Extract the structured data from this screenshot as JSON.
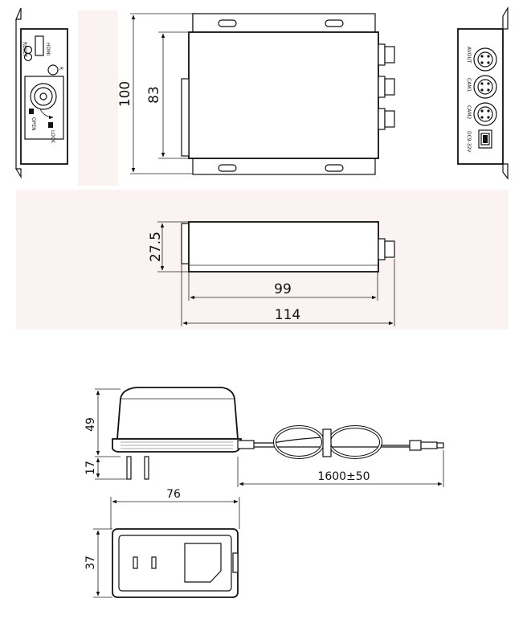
{
  "top_view": {
    "dim_height_outer": "100",
    "dim_height_inner": "83"
  },
  "left_panel": {
    "hdmi_label": "HDMI",
    "small_label": "RESET",
    "r_label": "R",
    "open_label": "OPEN",
    "lock_label": "LOCK"
  },
  "right_panel": {
    "connectors": [
      "AVOUT",
      "CAM1",
      "CAM2"
    ],
    "power_label": "DC9-32V"
  },
  "side_view": {
    "dim_height": "27.5",
    "dim_inner_length": "99",
    "dim_outer_length": "114"
  },
  "adapter": {
    "dim_body_height": "49",
    "dim_prong_height": "17",
    "dim_cable_length": "1600±50",
    "dim_width": "76",
    "dim_depth": "37"
  }
}
